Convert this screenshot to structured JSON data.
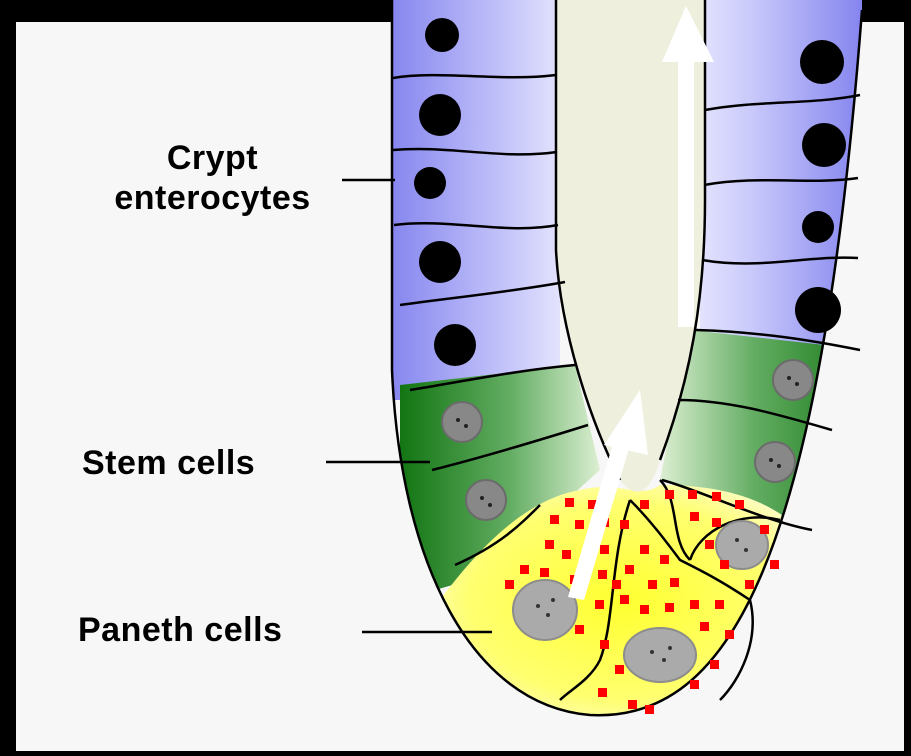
{
  "labels": {
    "crypt_line1": "Crypt",
    "crypt_line2": "enterocytes",
    "stem": "Stem cells",
    "paneth": "Paneth cells"
  },
  "colors": {
    "background": "#f7f7f7",
    "frame": "#000000",
    "enterocyte": "#9c9cf0",
    "stem_cell": "#1e7a1e",
    "paneth_cell": "#ffff4d",
    "granule": "#ff0000",
    "lumen": "#eef0dd",
    "arrow": "#ffffff"
  }
}
